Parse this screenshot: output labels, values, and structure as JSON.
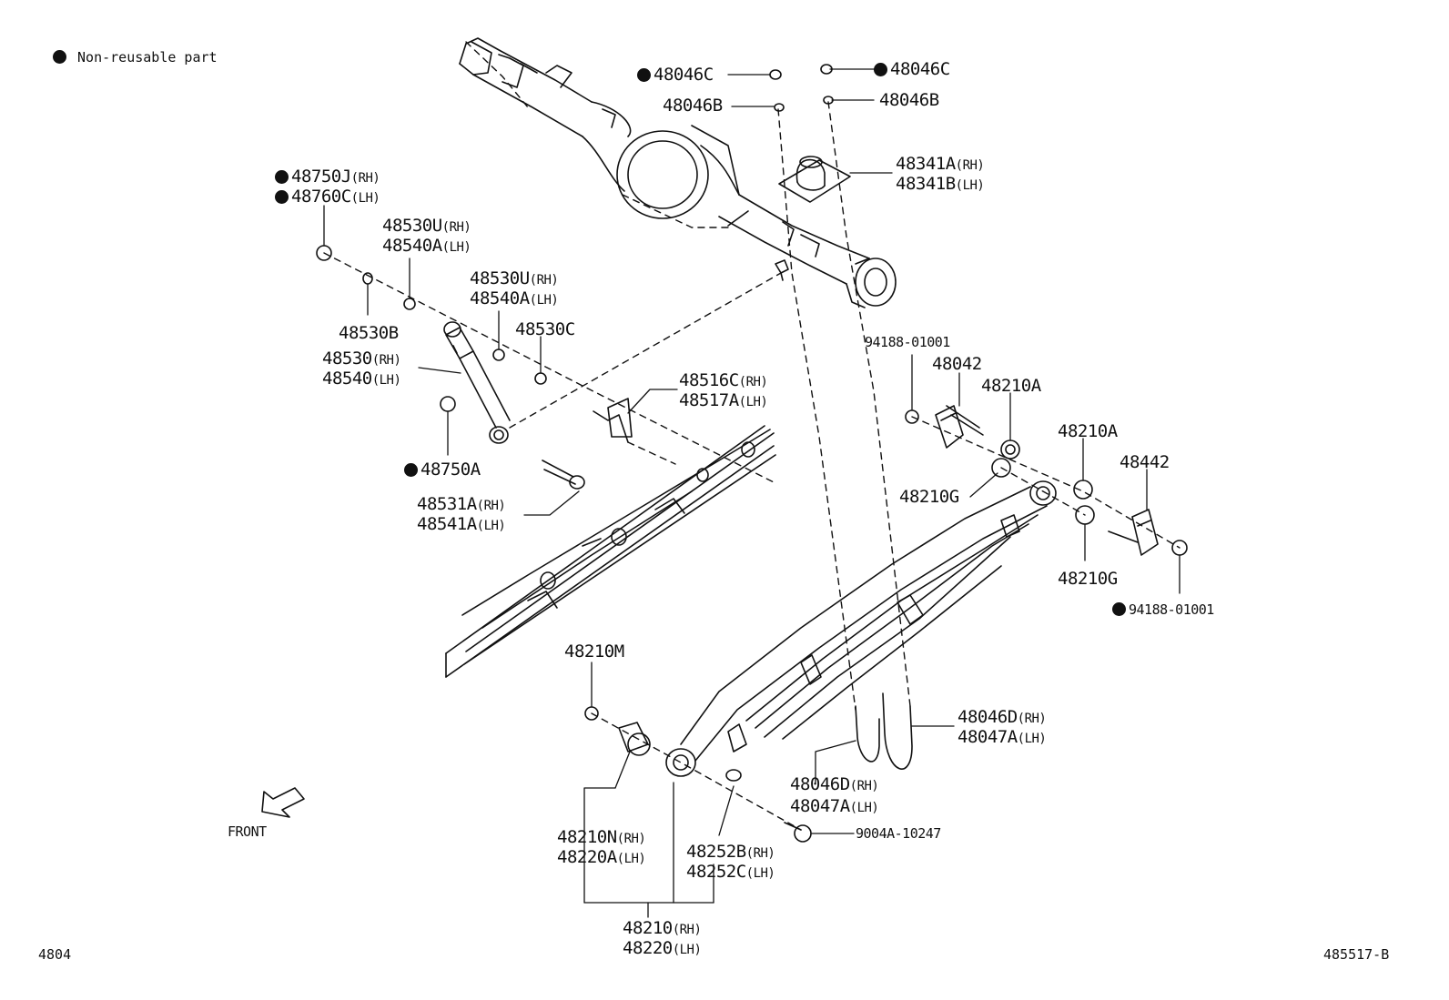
{
  "legend": {
    "text": "Non-reusable part"
  },
  "front_label": "FRONT",
  "footer": {
    "left_code": "4804",
    "right_code": "485517-B"
  },
  "parts": [
    {
      "id": "p1",
      "number": "48046C",
      "side": "",
      "nonreusable": true
    },
    {
      "id": "p2",
      "number": "48046B",
      "side": "",
      "nonreusable": false
    },
    {
      "id": "p3",
      "number": "48046C",
      "side": "",
      "nonreusable": true
    },
    {
      "id": "p4",
      "number": "48046B",
      "side": "",
      "nonreusable": false
    },
    {
      "id": "p5",
      "number": "48341A",
      "side": "(RH)",
      "nonreusable": false
    },
    {
      "id": "p6",
      "number": "48341B",
      "side": "(LH)",
      "nonreusable": false
    },
    {
      "id": "p7",
      "number": "48750J",
      "side": "(RH)",
      "nonreusable": true
    },
    {
      "id": "p8",
      "number": "48760C",
      "side": "(LH)",
      "nonreusable": true
    },
    {
      "id": "p9",
      "number": "48530U",
      "side": "(RH)",
      "nonreusable": false
    },
    {
      "id": "p10",
      "number": "48540A",
      "side": "(LH)",
      "nonreusable": false
    },
    {
      "id": "p11",
      "number": "48530U",
      "side": "(RH)",
      "nonreusable": false
    },
    {
      "id": "p12",
      "number": "48540A",
      "side": "(LH)",
      "nonreusable": false
    },
    {
      "id": "p13",
      "number": "48530B",
      "side": "",
      "nonreusable": false
    },
    {
      "id": "p14",
      "number": "48530C",
      "side": "",
      "nonreusable": false
    },
    {
      "id": "p15",
      "number": "48530",
      "side": "(RH)",
      "nonreusable": false
    },
    {
      "id": "p16",
      "number": "48540",
      "side": "(LH)",
      "nonreusable": false
    },
    {
      "id": "p17",
      "number": "48516C",
      "side": "(RH)",
      "nonreusable": false
    },
    {
      "id": "p18",
      "number": "48517A",
      "side": "(LH)",
      "nonreusable": false
    },
    {
      "id": "p19",
      "number": "48750A",
      "side": "",
      "nonreusable": true
    },
    {
      "id": "p20",
      "number": "48531A",
      "side": "(RH)",
      "nonreusable": false
    },
    {
      "id": "p21",
      "number": "48541A",
      "side": "(LH)",
      "nonreusable": false
    },
    {
      "id": "p22",
      "number": "94188-01001",
      "side": "",
      "nonreusable": false
    },
    {
      "id": "p23",
      "number": "48042",
      "side": "",
      "nonreusable": false
    },
    {
      "id": "p24",
      "number": "48210A",
      "side": "",
      "nonreusable": false
    },
    {
      "id": "p25",
      "number": "48210A",
      "side": "",
      "nonreusable": false
    },
    {
      "id": "p26",
      "number": "48442",
      "side": "",
      "nonreusable": false
    },
    {
      "id": "p27",
      "number": "48210G",
      "side": "",
      "nonreusable": false
    },
    {
      "id": "p28",
      "number": "48210G",
      "side": "",
      "nonreusable": false
    },
    {
      "id": "p29",
      "number": "94188-01001",
      "side": "",
      "nonreusable": true
    },
    {
      "id": "p30",
      "number": "48210M",
      "side": "",
      "nonreusable": false
    },
    {
      "id": "p31",
      "number": "48046D",
      "side": "(RH)",
      "nonreusable": false
    },
    {
      "id": "p32",
      "number": "48047A",
      "side": "(LH)",
      "nonreusable": false
    },
    {
      "id": "p33",
      "number": "48046D",
      "side": "(RH)",
      "nonreusable": false
    },
    {
      "id": "p34",
      "number": "48047A",
      "side": "(LH)",
      "nonreusable": false
    },
    {
      "id": "p35",
      "number": "9004A-10247",
      "side": "",
      "nonreusable": false
    },
    {
      "id": "p36",
      "number": "48210N",
      "side": "(RH)",
      "nonreusable": false
    },
    {
      "id": "p37",
      "number": "48220A",
      "side": "(LH)",
      "nonreusable": false
    },
    {
      "id": "p38",
      "number": "48252B",
      "side": "(RH)",
      "nonreusable": false
    },
    {
      "id": "p39",
      "number": "48252C",
      "side": "(LH)",
      "nonreusable": false
    },
    {
      "id": "p40",
      "number": "48210",
      "side": "(RH)",
      "nonreusable": false
    },
    {
      "id": "p41",
      "number": "48220",
      "side": "(LH)",
      "nonreusable": false
    }
  ]
}
